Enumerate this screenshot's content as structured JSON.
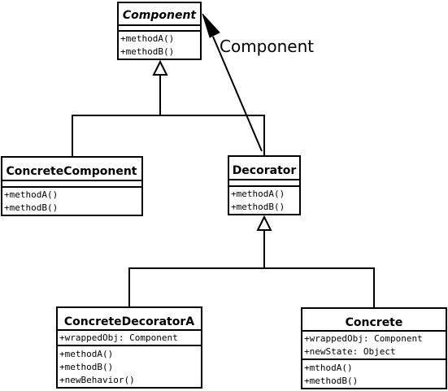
{
  "diagram": {
    "component": {
      "name": "Component",
      "methods": [
        "+methodA()",
        "+methodB()"
      ]
    },
    "concrete_component": {
      "name": "ConcreteComponent",
      "methods": [
        "+methodA()",
        "+methodB()"
      ]
    },
    "decorator": {
      "name": "Decorator",
      "methods": [
        "+methodA()",
        "+methodB()"
      ]
    },
    "concrete_decorator_a": {
      "name": "ConcreteDecoratorA",
      "attributes": [
        "+wrappedObj: Component"
      ],
      "methods": [
        "+methodA()",
        "+methodB()",
        "+newBehavior()"
      ]
    },
    "concrete": {
      "name": "Concrete",
      "attributes": [
        "+wrappedObj: Component",
        "+newState: Object"
      ],
      "methods": [
        "+mthodA()",
        "+methodB()"
      ]
    },
    "association_label": "Component"
  }
}
